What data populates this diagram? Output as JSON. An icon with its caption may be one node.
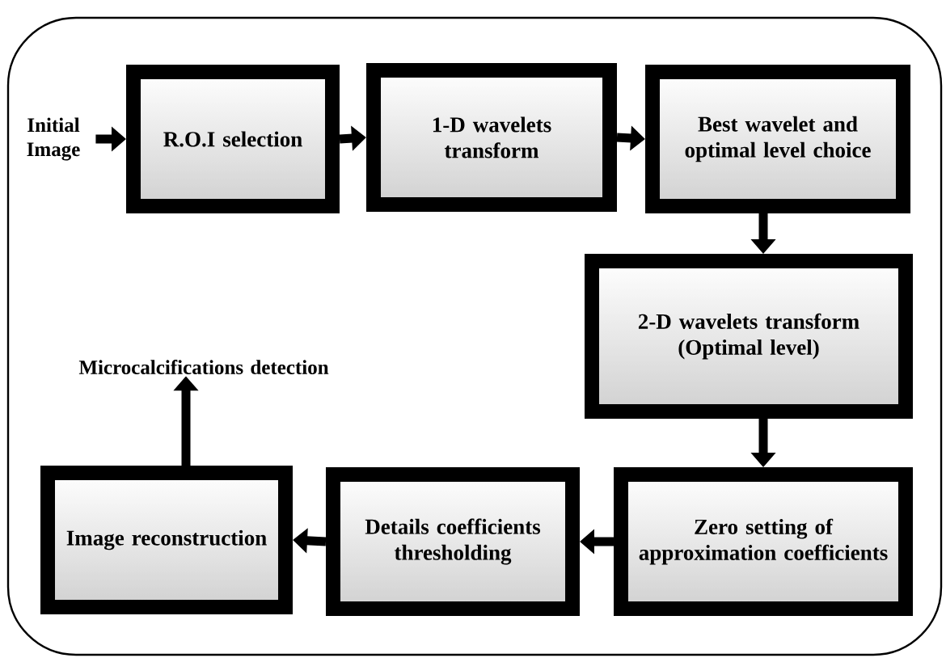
{
  "diagram": {
    "nodes": [
      {
        "text": [
          "Initial Image"
        ]
      },
      {
        "text": [
          "R.O.I selection"
        ]
      },
      {
        "text": [
          "1-D wavelets transform"
        ]
      },
      {
        "text": [
          "Best wavelet and optimal level choice"
        ]
      },
      {
        "text": [
          "2-D wavelets transform (Optimal level)"
        ]
      },
      {
        "text": [
          "Zero setting of approximation coefficients"
        ]
      },
      {
        "text": [
          "Details coefficients thresholding"
        ]
      },
      {
        "text": [
          "Image reconstruction"
        ]
      },
      {
        "text": [
          "Microcalcifications detection"
        ]
      }
    ],
    "edges": [
      {
        "from": 0,
        "to": 1,
        "arrow": "to"
      },
      {
        "from": 1,
        "to": 2,
        "arrow": "to"
      },
      {
        "from": 2,
        "to": 3,
        "arrow": "to"
      },
      {
        "from": 3,
        "to": 4,
        "arrow": "to"
      },
      {
        "from": 4,
        "to": 5,
        "arrow": "to"
      },
      {
        "from": 5,
        "to": 6,
        "arrow": "to"
      },
      {
        "from": 6,
        "to": 7,
        "arrow": "to"
      },
      {
        "from": 7,
        "to": 8,
        "arrow": "to"
      }
    ]
  }
}
